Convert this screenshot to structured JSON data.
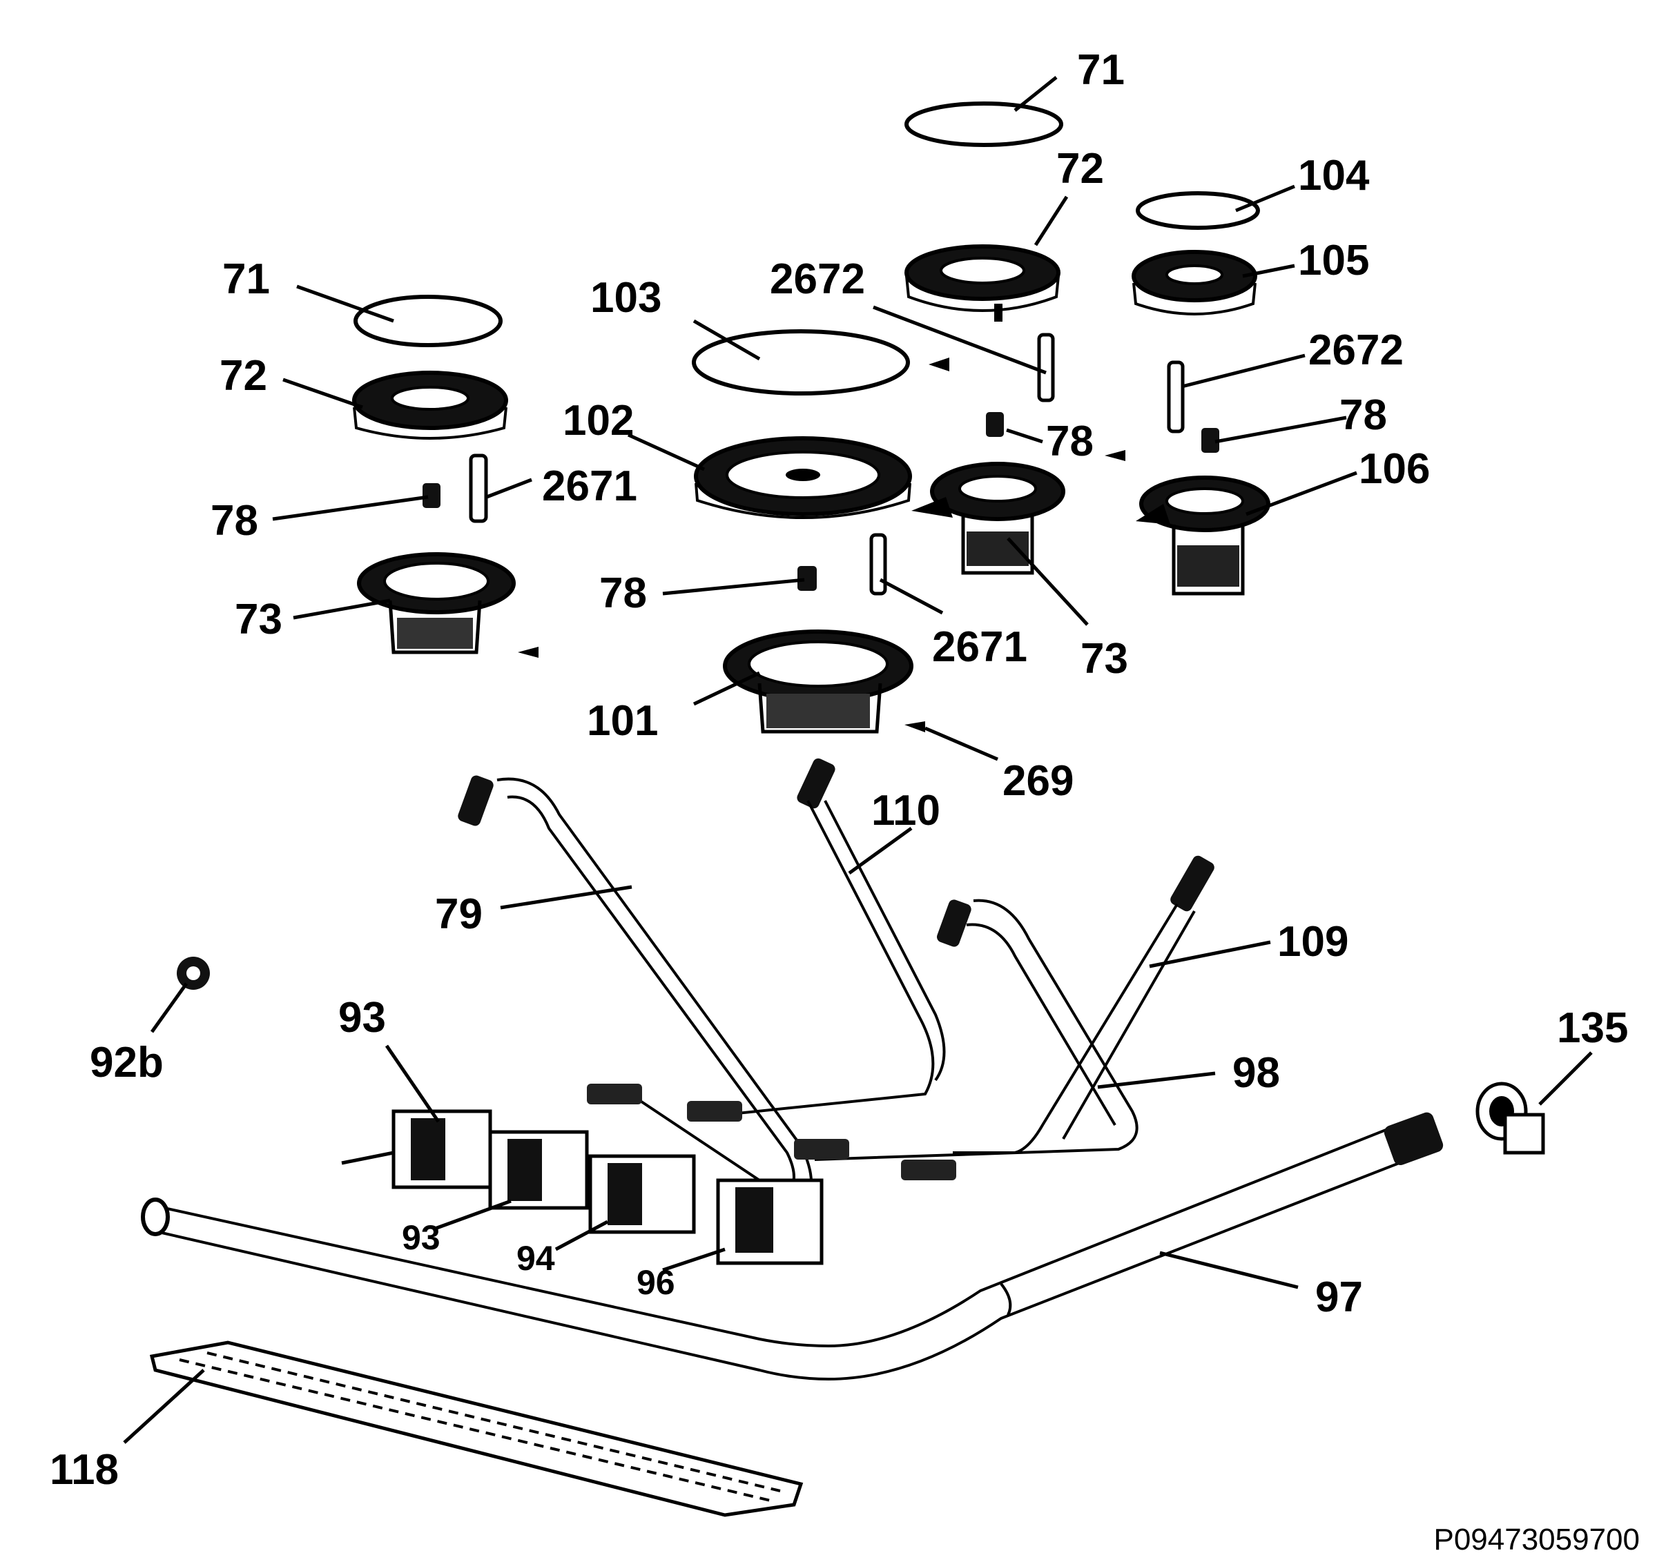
{
  "labels": {
    "l71_top": "71",
    "l72_top": "72",
    "l104": "104",
    "l105": "105",
    "l2672_a": "2672",
    "l2672_b": "2672",
    "l71_left": "71",
    "l103": "103",
    "l72_left": "72",
    "l102": "102",
    "l78_a": "78",
    "l78_b": "78",
    "l106": "106",
    "l2671_a": "2671",
    "l78_c": "78",
    "l78_d": "78",
    "l2671_b": "2671",
    "l73_left": "73",
    "l73_right": "73",
    "l101": "101",
    "l269": "269",
    "l110": "110",
    "l79": "79",
    "l109": "109",
    "l93_a": "93",
    "l92b": "92b",
    "l98": "98",
    "l135": "135",
    "l93_b": "93",
    "l94": "94",
    "l96": "96",
    "l97": "97",
    "l118": "118"
  },
  "reference_code": "P09473059700"
}
